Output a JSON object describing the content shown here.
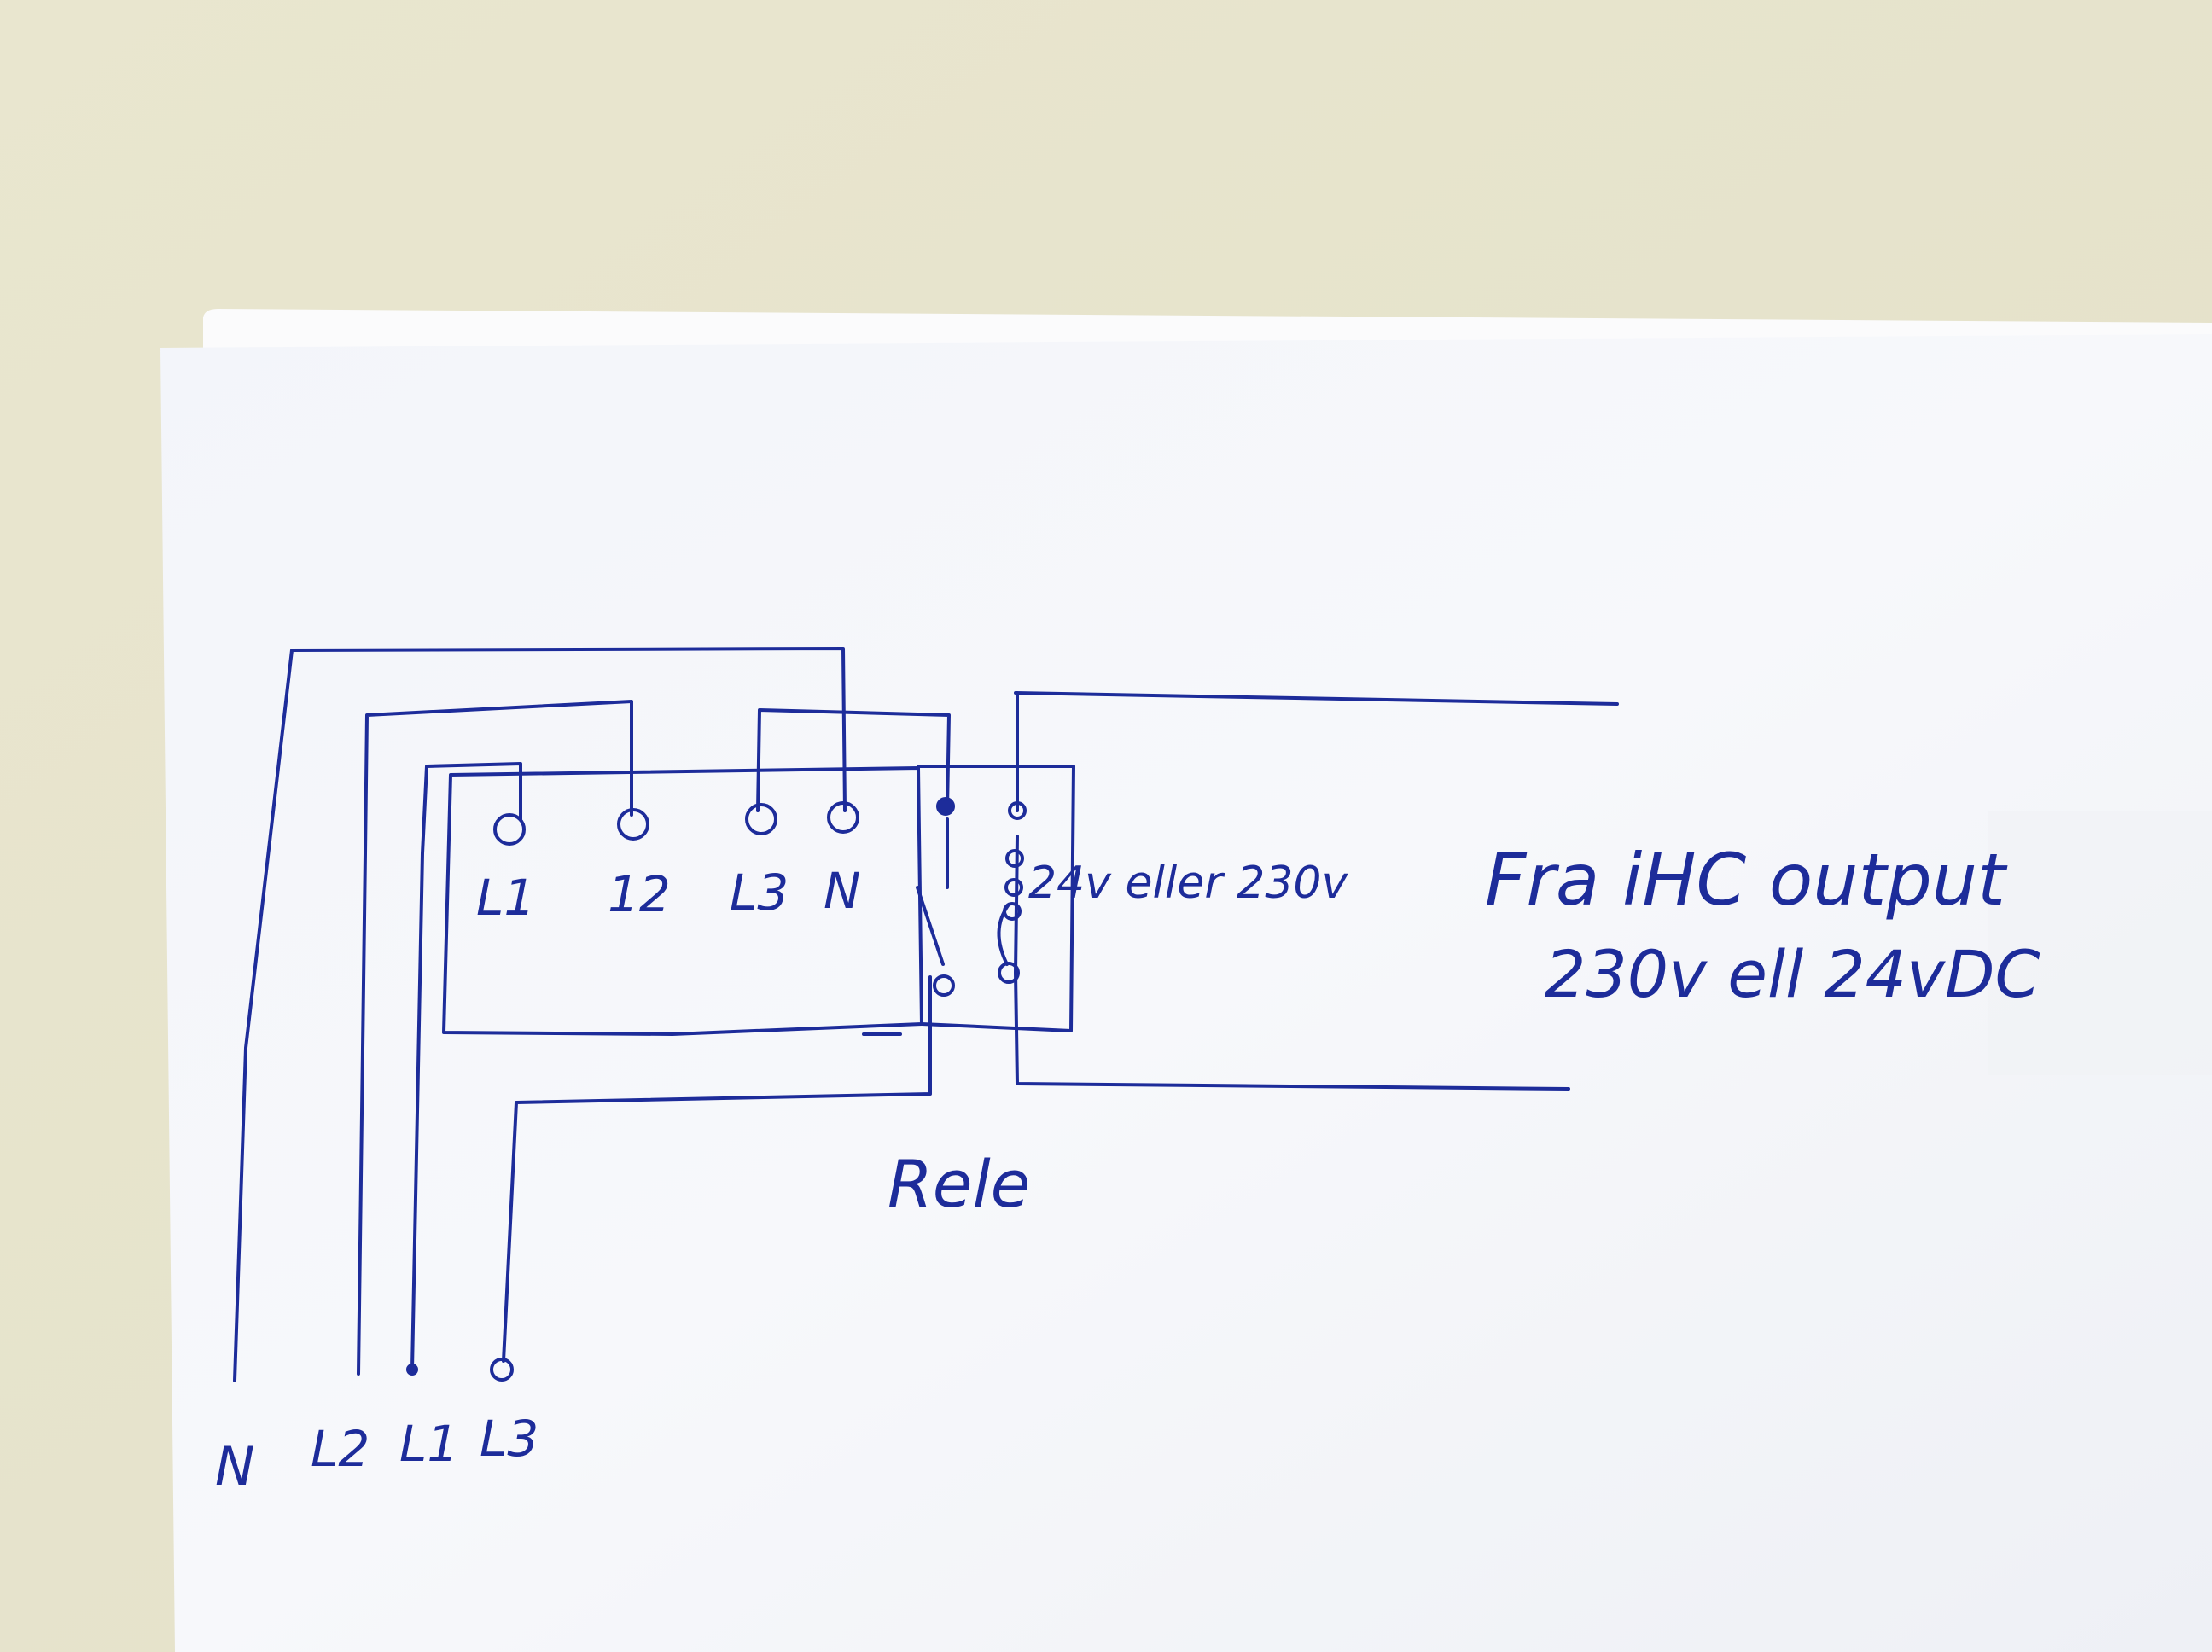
{
  "terminals": {
    "l1": "L1",
    "l2": "12",
    "l3": "L3",
    "n": "N"
  },
  "relay": {
    "coil_voltage": "24v eller 230v",
    "name": "Rele"
  },
  "source": {
    "line1": "Fra iHC output",
    "line2": "230v ell 24vDC"
  },
  "supply": {
    "n": "N",
    "l2": "L2",
    "l1": "L1",
    "l3": "L3"
  },
  "colors": {
    "ink": "#1d2c9a",
    "paper": "#f6f7fa",
    "background": "#e8e4cf"
  }
}
